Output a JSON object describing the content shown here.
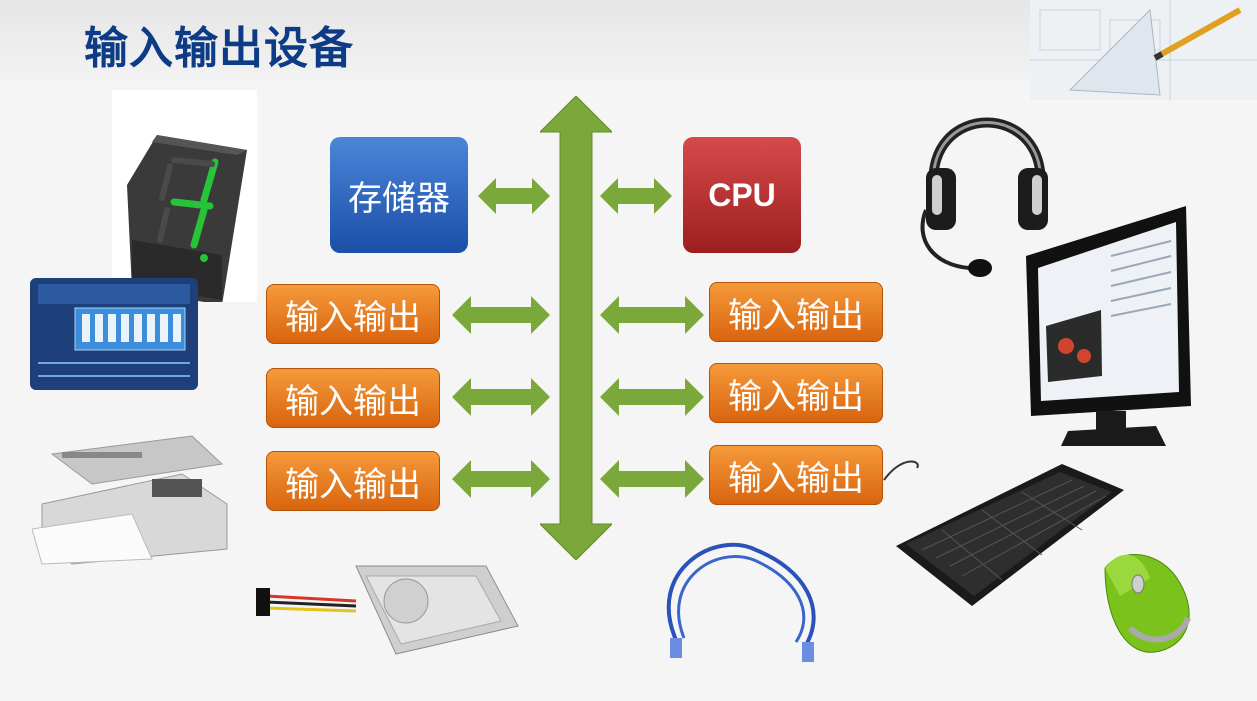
{
  "slide": {
    "title": "输入输出设备"
  },
  "diagram": {
    "memory_label": "存储器",
    "cpu_label": "CPU",
    "io_labels_left": [
      "输入输出",
      "输入输出",
      "输入输出"
    ],
    "io_labels_right": [
      "输入输出",
      "输入输出",
      "输入输出"
    ]
  },
  "colors": {
    "title": "#0d3b86",
    "bus": "#7aa83a",
    "memory_box": "#2e63c0",
    "cpu_box": "#b52a2a",
    "io_box": "#e8791f"
  },
  "icons": [
    "seven-segment-display",
    "dip-switch",
    "dot-matrix-printer",
    "hard-disk",
    "network-cable",
    "headset",
    "monitor",
    "keyboard",
    "mouse",
    "drafting-tools"
  ]
}
